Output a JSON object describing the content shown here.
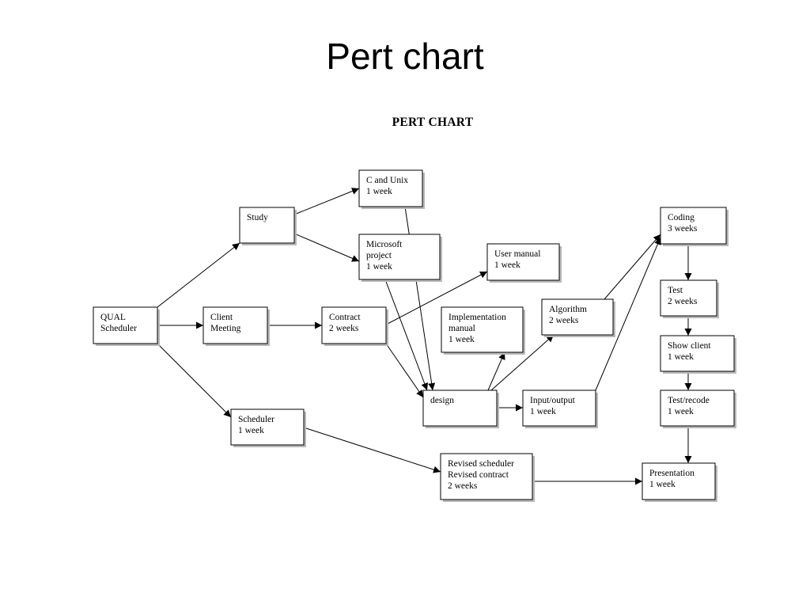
{
  "slide": {
    "title": "Pert chart"
  },
  "diagram": {
    "heading": "PERT CHART",
    "colors": {
      "line": "#000000",
      "box": "#ffffff",
      "shadow": "#b8b8b8"
    },
    "nodes": [
      {
        "id": "c-unix",
        "lines": [
          "C and Unix",
          "1 week"
        ]
      },
      {
        "id": "study",
        "lines": [
          "Study"
        ]
      },
      {
        "id": "ms-project",
        "lines": [
          "Microsoft",
          "project",
          "1 week"
        ]
      },
      {
        "id": "user-manual",
        "lines": [
          "User manual",
          "1 week"
        ]
      },
      {
        "id": "coding",
        "lines": [
          "Coding",
          "3 weeks"
        ]
      },
      {
        "id": "test",
        "lines": [
          "Test",
          "2 weeks"
        ]
      },
      {
        "id": "algorithm",
        "lines": [
          "Algorithm",
          "2 weeks"
        ]
      },
      {
        "id": "qual-scheduler",
        "lines": [
          "QUAL",
          "Scheduler"
        ]
      },
      {
        "id": "client-meeting",
        "lines": [
          "Client",
          "Meeting"
        ]
      },
      {
        "id": "contract",
        "lines": [
          "Contract",
          "2 weeks"
        ]
      },
      {
        "id": "impl-manual",
        "lines": [
          "Implementation",
          "manual",
          "1 week"
        ]
      },
      {
        "id": "show-client",
        "lines": [
          "Show client",
          "1 week"
        ]
      },
      {
        "id": "design",
        "lines": [
          "design"
        ]
      },
      {
        "id": "input-output",
        "lines": [
          "Input/output",
          "1 week"
        ]
      },
      {
        "id": "test-recode",
        "lines": [
          "Test/recode",
          "1 week"
        ]
      },
      {
        "id": "scheduler",
        "lines": [
          "Scheduler",
          "1 week"
        ]
      },
      {
        "id": "revised",
        "lines": [
          "Revised scheduler",
          "Revised contract",
          "2 weeks"
        ]
      },
      {
        "id": "presentation",
        "lines": [
          "Presentation",
          "1 week"
        ]
      }
    ],
    "edges": [
      {
        "from": "qual-scheduler",
        "to": "study"
      },
      {
        "from": "qual-scheduler",
        "to": "client-meeting"
      },
      {
        "from": "qual-scheduler",
        "to": "scheduler"
      },
      {
        "from": "study",
        "to": "c-unix"
      },
      {
        "from": "study",
        "to": "ms-project"
      },
      {
        "from": "client-meeting",
        "to": "contract"
      },
      {
        "from": "contract",
        "to": "user-manual"
      },
      {
        "from": "contract",
        "to": "design"
      },
      {
        "from": "c-unix",
        "to": "design"
      },
      {
        "from": "ms-project",
        "to": "design"
      },
      {
        "from": "design",
        "to": "impl-manual"
      },
      {
        "from": "design",
        "to": "algorithm"
      },
      {
        "from": "design",
        "to": "input-output"
      },
      {
        "from": "algorithm",
        "to": "coding"
      },
      {
        "from": "input-output",
        "to": "coding"
      },
      {
        "from": "coding",
        "to": "test"
      },
      {
        "from": "test",
        "to": "show-client"
      },
      {
        "from": "show-client",
        "to": "test-recode"
      },
      {
        "from": "test-recode",
        "to": "presentation"
      },
      {
        "from": "scheduler",
        "to": "revised"
      },
      {
        "from": "revised",
        "to": "presentation"
      }
    ]
  }
}
